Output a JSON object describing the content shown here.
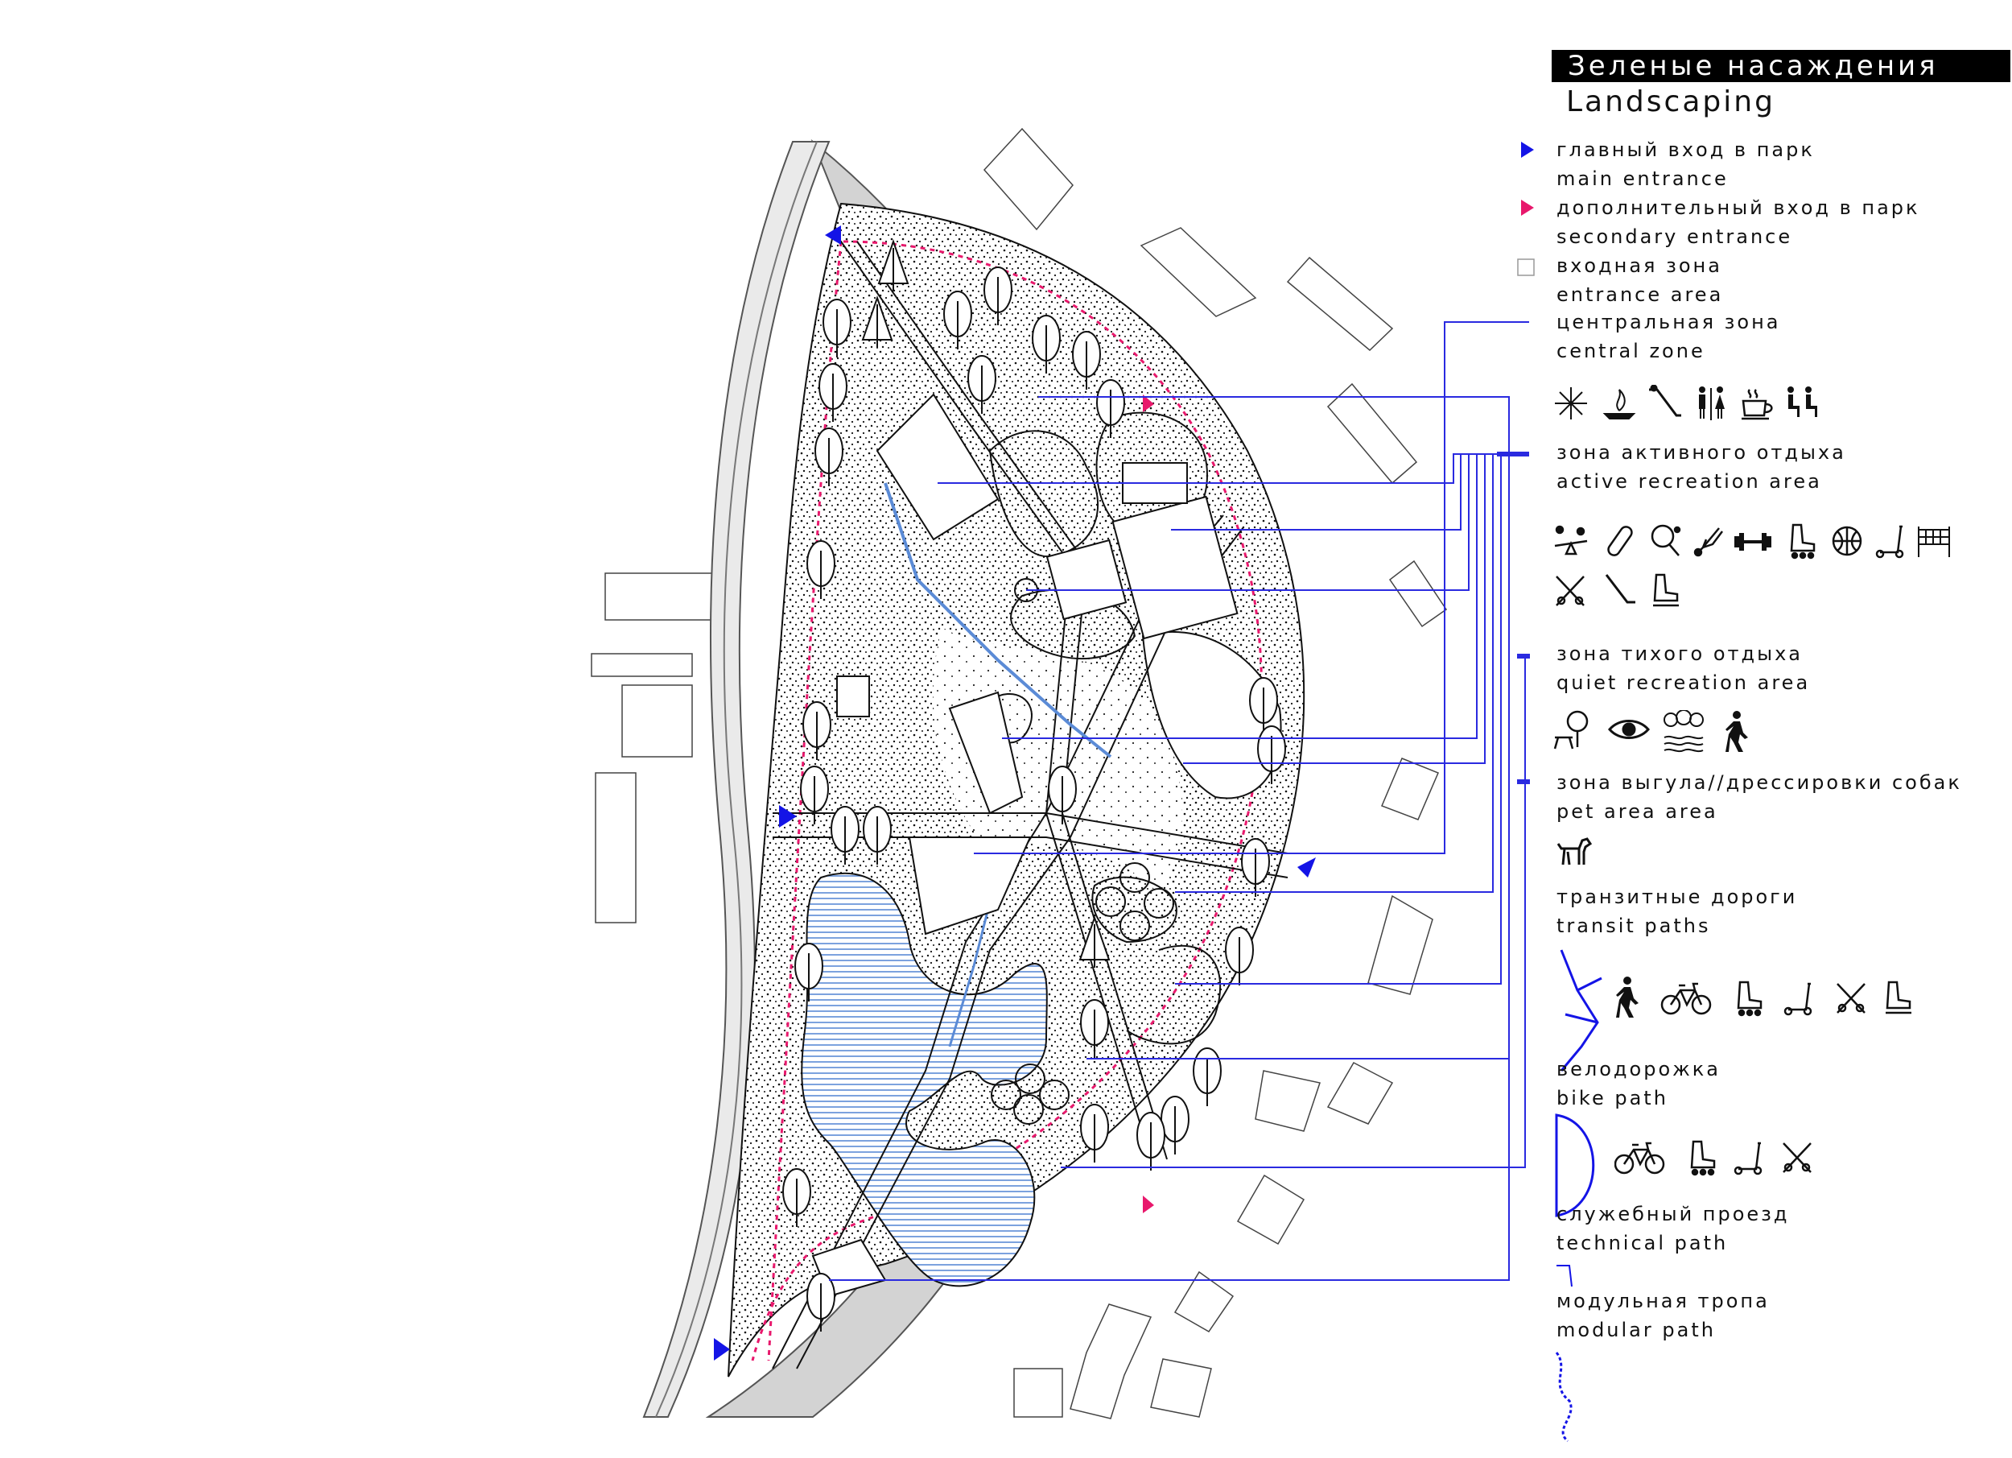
{
  "legend": {
    "title": "Зеленые насаждения",
    "subtitle": "Landscaping",
    "main_entrance_ru": "главный вход в парк",
    "main_entrance_en": "main entrance",
    "secondary_entrance_ru": "дополнительный вход в парк",
    "secondary_entrance_en": "secondary entrance",
    "entrance_area_ru": "входная зона",
    "entrance_area_en": "entrance area",
    "central_zone_ru": "центральная зона",
    "central_zone_en": "central zone",
    "active_ru": "зона активного отдыха",
    "active_en": "active recreation area",
    "quiet_ru": "зона тихого отдыха",
    "quiet_en": "quiet recreation area",
    "pet_ru": "зона выгула//дрессировки собак",
    "pet_en": "pet area area",
    "transit_ru": "транзитные дороги",
    "transit_en": "transit paths",
    "bike_ru": "велодорожка",
    "bike_en": "bike path",
    "technical_ru": "служебный проезд",
    "technical_en": "technical path",
    "modular_ru": "модульная тропа",
    "modular_en": "modular path"
  },
  "icons": {
    "central": [
      "fireworks-icon",
      "fire-pit-icon",
      "slide-icon",
      "restroom-icon",
      "coffee-icon",
      "seating-icon"
    ],
    "active": [
      "seesaw-icon",
      "skateboard-icon",
      "ping-pong-icon",
      "badminton-icon",
      "dumbbell-icon",
      "rollerskate-icon",
      "basketball-icon",
      "scooter-icon",
      "volleyball-net-icon",
      "ski-poles-icon",
      "hockey-stick-icon",
      "ice-skate-icon"
    ],
    "quiet": [
      "picnic-icon",
      "eye-icon",
      "water-trees-icon",
      "walking-icon"
    ],
    "pet": [
      "dog-icon"
    ],
    "transit": [
      "walking-icon",
      "bicycle-icon",
      "rollerskate-icon",
      "scooter-icon",
      "ski-poles-icon",
      "ice-skate-icon"
    ],
    "bike": [
      "bicycle-icon",
      "rollerskate-icon",
      "scooter-icon",
      "ski-poles-icon"
    ]
  },
  "colors": {
    "main_entrance": "#1414e6",
    "secondary_entrance": "#e8186c",
    "leader_lines": "#2a2ae0",
    "water": "#5b8bd6",
    "road": "#c9c9c9",
    "ink": "#111111"
  }
}
